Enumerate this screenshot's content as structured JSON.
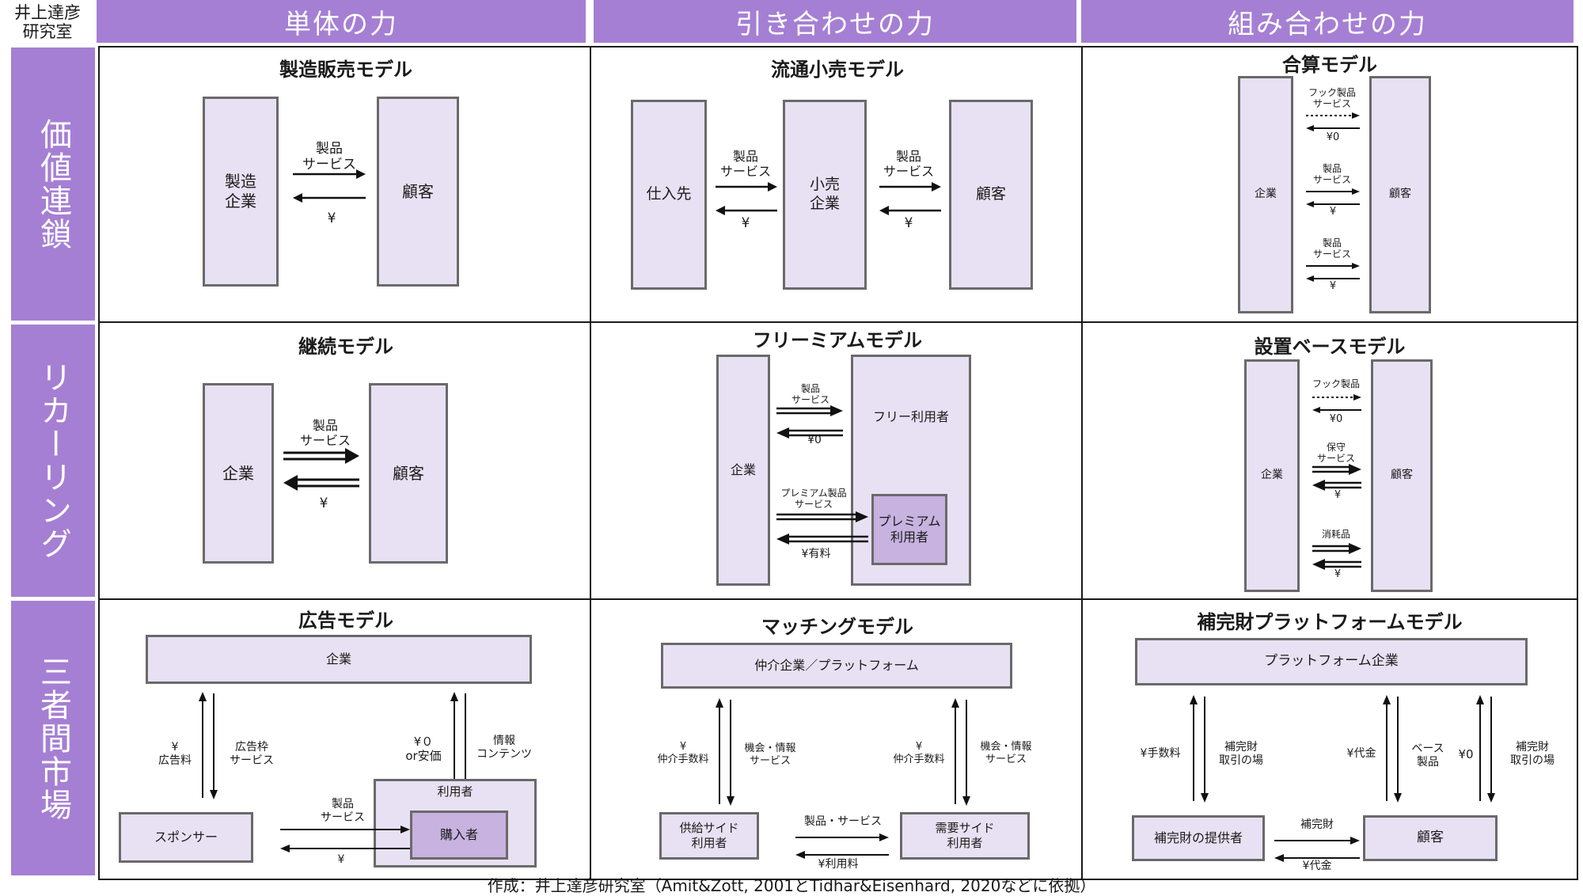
{
  "lab": {
    "line1": "井上達彦",
    "line2": "研究室"
  },
  "columns": [
    "単体の力",
    "引き合わせの力",
    "組み合わせの力"
  ],
  "rows": [
    "価値連鎖",
    "リカーリング",
    "三者間市場"
  ],
  "models": {
    "seizo": {
      "title": "製造販売モデル",
      "left": "製造\n企業",
      "right": "顧客",
      "product": "製品\nサービス",
      "yen": "¥"
    },
    "ryutsu": {
      "title": "流通小売モデル",
      "a": "仕入先",
      "b": "小売\n企業",
      "c": "顧客",
      "product": "製品\nサービス",
      "yen": "¥"
    },
    "gassan": {
      "title": "合算モデル",
      "left": "企業",
      "right": "顧客",
      "hook": "フック製品\nサービス",
      "zero": "¥0",
      "product": "製品\nサービス",
      "yen": "¥"
    },
    "keizoku": {
      "title": "継続モデル",
      "left": "企業",
      "right": "顧客",
      "product": "製品\nサービス",
      "yen": "¥"
    },
    "freemium": {
      "title": "フリーミアムモデル",
      "left": "企業",
      "free_users": "フリー利用者",
      "premium_users": "プレミアム\n利用者",
      "product": "製品\nサービス",
      "zero": "¥0",
      "premium_product": "プレミアム製品\nサービス",
      "paid": "¥有料"
    },
    "setchi": {
      "title": "設置ベースモデル",
      "left": "企業",
      "right": "顧客",
      "hook": "フック製品",
      "zero": "¥0",
      "maintenance": "保守\nサービス",
      "yen": "¥",
      "consumables": "消耗品"
    },
    "koukoku": {
      "title": "広告モデル",
      "company": "企業",
      "sponsor": "スポンサー",
      "users": "利用者",
      "buyers": "購入者",
      "ad_fee": "¥\n広告料",
      "ad_slot": "広告枠\nサービス",
      "zero_cheap": "¥０\nor安価",
      "content": "情報\nコンテンツ",
      "product": "製品\nサービス",
      "yen": "¥"
    },
    "matching": {
      "title": "マッチングモデル",
      "platform": "仲介企業／プラットフォーム",
      "supply": "供給サイド\n利用者",
      "demand": "需要サイド\n利用者",
      "fee": "¥\n仲介手数料",
      "opportunity": "機会・情報\nサービス",
      "goods": "製品・サービス",
      "usage_fee": "¥利用料"
    },
    "hokanzai": {
      "title": "補完財プラットフォームモデル",
      "platform": "プラットフォーム企業",
      "provider": "補完財の提供者",
      "customer": "顧客",
      "commission": "¥手数料",
      "venue": "補完財\n取引の場",
      "price": "¥代金",
      "base": "ベース\n製品",
      "zero": "¥0",
      "complement": "補完財",
      "price2": "¥代金"
    }
  },
  "footer": "作成：井上達彦研究室（Amit&Zott, 2001とTidhar&Eisenhard, 2020などに依拠）"
}
